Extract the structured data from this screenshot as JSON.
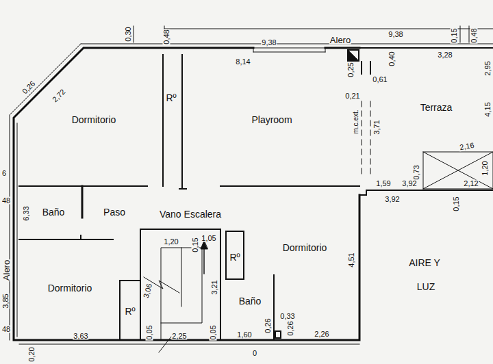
{
  "diagram": {
    "labels": [
      "0,30",
      "0,48",
      "9,38",
      "Alero",
      "9,38",
      "0,15",
      "0,48",
      "8,14",
      "0,25",
      "0,40",
      "0,61",
      "3,28",
      "2,95",
      "0,26",
      "2,72",
      "Dormitorio",
      "Rº",
      "Playroom",
      "0,21",
      "m.c.ext.",
      "3,71",
      "Terraza",
      "4,15",
      "2,16",
      "1,20",
      "0,73",
      "1,59",
      "3,92",
      "2,12",
      "3,92",
      "0,15",
      "6",
      "48",
      "6,33",
      "Baño",
      "Paso",
      "Vano Escalera",
      "1,20",
      "0,15",
      "1,05",
      "Rº",
      "Dormitorio",
      "4,51",
      "AIRE Y",
      "LUZ",
      "3,06",
      "3,21",
      "Dormitorio",
      "Rº",
      "Baño",
      "Alero",
      "3,85",
      "48",
      "0,33",
      "0,26",
      "0,26",
      "3,63",
      "0,05",
      "2,25",
      "0,05",
      "1,60",
      "2,26",
      "0,20",
      "0"
    ]
  }
}
